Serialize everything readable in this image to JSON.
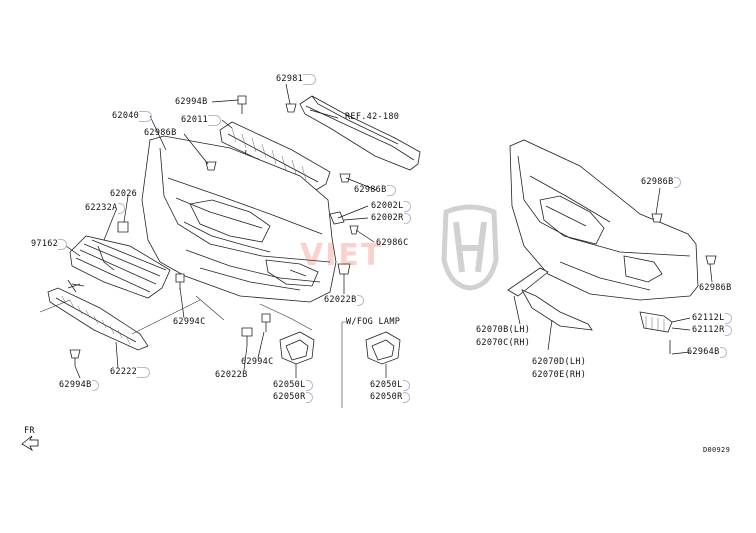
{
  "parts": {
    "p62981": "62981",
    "p62994B_top": "62994B",
    "p62011": "62011",
    "p62040": "62040",
    "p62986B_left": "62986B",
    "p62986B_mid": "62986B",
    "p62002L": "62002L",
    "p62002R": "62002R",
    "p62986C": "62986C",
    "p62026": "62026",
    "p62232A": "62232A",
    "p97162": "97162",
    "p62022B_right": "62022B",
    "p62994C_left": "62994C",
    "p62994C_mid": "62994C",
    "p62022B_mid": "62022B",
    "p62050L": "62050L",
    "p62050R": "62050R",
    "p62222": "62222",
    "p62994B_bottom": "62994B",
    "p62050L_fog": "62050L",
    "p62050R_fog": "62050R",
    "p62986B_right": "62986B",
    "p62070B": "62070B(LH)",
    "p62070C": "62070C(RH)",
    "p62070D": "62070D(LH)",
    "p62070E": "62070E(RH)",
    "p62986B_far": "62986B",
    "p62112L": "62112L",
    "p62112R": "62112R",
    "p62964B": "62964B"
  },
  "labels": {
    "ref": "REF.42-180",
    "fog_lamp": "W/FOG LAMP",
    "direction": "FR",
    "diagram_code": "D00929"
  },
  "watermark": {
    "text": "VIET",
    "accent_color": "#e85040",
    "logo_icon": "honda-logo-icon"
  }
}
